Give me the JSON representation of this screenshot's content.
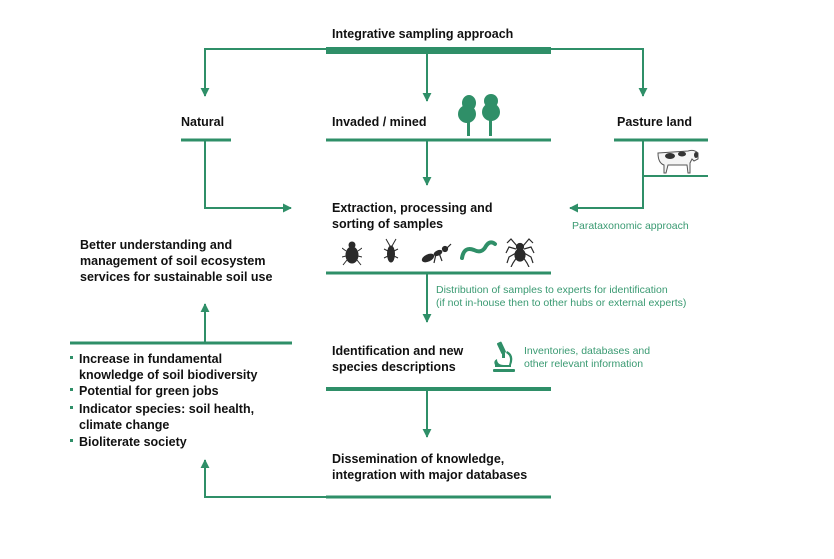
{
  "title": "Integrative sampling approach",
  "sites": {
    "natural": "Natural",
    "invaded": "Invaded / mined",
    "pasture": "Pasture land"
  },
  "extraction": {
    "line1": "Extraction, processing and",
    "line2": "sorting of samples"
  },
  "parataxonomic": "Parataxonomic approach",
  "distribution": {
    "line1": "Distribution of samples to experts for identification",
    "line2": "(if not in-house then to other hubs or external experts)"
  },
  "identification": {
    "line1": "Identification and new",
    "line2": "species descriptions"
  },
  "inventories": {
    "line1": "Inventories, databases and",
    "line2": "other relevant information"
  },
  "dissemination": {
    "line1": "Dissemination of knowledge,",
    "line2": "integration with major databases"
  },
  "better": {
    "line1": "Better understanding and",
    "line2": "management of soil ecosystem",
    "line3": "services for sustainable soil use"
  },
  "outcomes": [
    {
      "line1": "Increase in fundamental",
      "line2": "knowledge of soil biodiversity"
    },
    {
      "line1": "Potential for green jobs",
      "line2": ""
    },
    {
      "line1": "Indicator species: soil health,",
      "line2": "climate change"
    },
    {
      "line1": "Bioliterate society",
      "line2": ""
    }
  ],
  "colors": {
    "accent": "#2f8f68",
    "accent_text": "#3a9a72",
    "text": "#111111"
  },
  "icons": [
    "trees-icon",
    "cow-icon",
    "beetle-icon",
    "springtail-icon",
    "ant-icon",
    "earthworm-icon",
    "spider-icon",
    "microscope-icon"
  ]
}
